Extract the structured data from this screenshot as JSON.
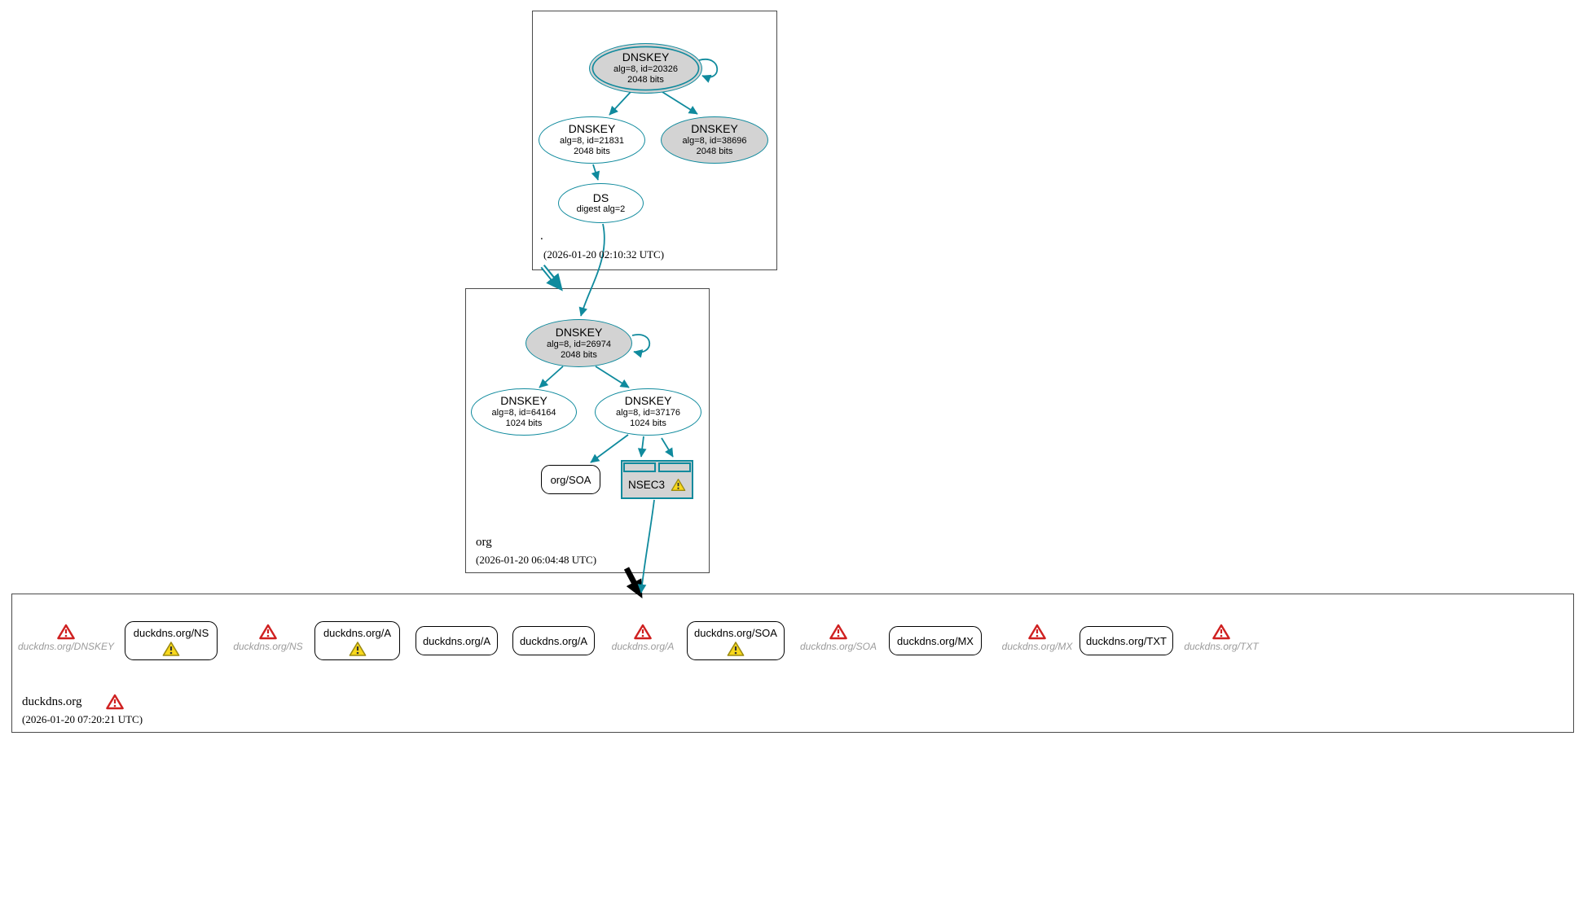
{
  "colors": {
    "edge_secure_teal": "#0f8a9d",
    "edge_delegation_black": "#000000",
    "ksk_node_fill": "#d3d3d3",
    "warning_red": "#cf2020",
    "warning_yellow": "#f8d81c"
  },
  "icons": {
    "warning_red": "red exclamation-triangle",
    "warning_yellow": "yellow exclamation-triangle"
  },
  "zones": {
    "root": {
      "label": ".",
      "timestamp": "(2026-01-20 02:10:32 UTC)",
      "nodes": {
        "ksk": {
          "title": "DNSKEY",
          "detail1": "alg=8, id=20326",
          "detail2": "2048 bits"
        },
        "zsk": {
          "title": "DNSKEY",
          "detail1": "alg=8, id=21831",
          "detail2": "2048 bits"
        },
        "key3": {
          "title": "DNSKEY",
          "detail1": "alg=8, id=38696",
          "detail2": "2048 bits"
        },
        "ds": {
          "title": "DS",
          "detail1": "digest alg=2"
        }
      }
    },
    "org": {
      "label": "org",
      "timestamp": "(2026-01-20 06:04:48 UTC)",
      "nodes": {
        "ksk": {
          "title": "DNSKEY",
          "detail1": "alg=8, id=26974",
          "detail2": "2048 bits"
        },
        "zsk1": {
          "title": "DNSKEY",
          "detail1": "alg=8, id=64164",
          "detail2": "1024 bits"
        },
        "zsk2": {
          "title": "DNSKEY",
          "detail1": "alg=8, id=37176",
          "detail2": "1024 bits"
        },
        "soa": {
          "label": "org/SOA"
        },
        "nsec3": {
          "label": "NSEC3"
        }
      }
    },
    "duckdns": {
      "label": "duckdns.org",
      "timestamp": "(2026-01-20 07:20:21 UTC)",
      "records": [
        {
          "label": "duckdns.org/DNSKEY",
          "style": "missing",
          "warning": "red"
        },
        {
          "label": "duckdns.org/NS",
          "style": "box",
          "warning": "yellow"
        },
        {
          "label": "duckdns.org/NS",
          "style": "missing",
          "warning": "red"
        },
        {
          "label": "duckdns.org/A",
          "style": "box",
          "warning": "yellow"
        },
        {
          "label": "duckdns.org/A",
          "style": "box",
          "warning": "none"
        },
        {
          "label": "duckdns.org/A",
          "style": "box",
          "warning": "none"
        },
        {
          "label": "duckdns.org/A",
          "style": "missing",
          "warning": "red"
        },
        {
          "label": "duckdns.org/SOA",
          "style": "box",
          "warning": "yellow"
        },
        {
          "label": "duckdns.org/SOA",
          "style": "missing",
          "warning": "red"
        },
        {
          "label": "duckdns.org/MX",
          "style": "box",
          "warning": "none"
        },
        {
          "label": "duckdns.org/MX",
          "style": "missing",
          "warning": "red"
        },
        {
          "label": "duckdns.org/TXT",
          "style": "box",
          "warning": "none"
        },
        {
          "label": "duckdns.org/TXT",
          "style": "missing",
          "warning": "red"
        }
      ]
    }
  }
}
